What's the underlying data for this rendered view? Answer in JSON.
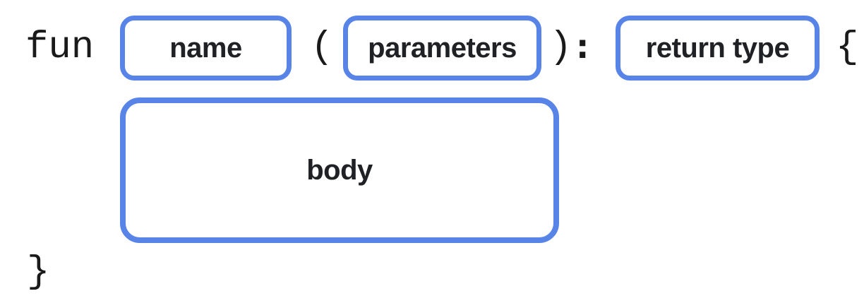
{
  "diagram": {
    "keyword": "fun",
    "punctuation": {
      "open_paren": "(",
      "close_paren": ")",
      "colon": ":",
      "open_brace": "{",
      "close_brace": "}"
    },
    "slots": {
      "name": "name",
      "parameters": "parameters",
      "return_type": "return type",
      "body": "body"
    },
    "colors": {
      "box_border": "#5884E8",
      "code_text": "#1A1A1A",
      "label_text": "#202124",
      "background": "#FFFFFF"
    }
  }
}
